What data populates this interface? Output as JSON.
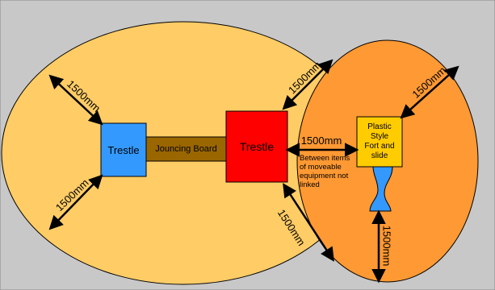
{
  "colors": {
    "frame_bg": "#c8c8c8",
    "large_area_fill": "#ffcc66",
    "small_area_fill": "#ff9933",
    "trestle_left_fill": "#3399ff",
    "board_fill": "#996600",
    "trestle_right_fill": "#ff0000",
    "fort_fill": "#ffcc00",
    "slide_fill": "#3399ff"
  },
  "equipment": {
    "trestle_left": "Trestle",
    "board": "Jouncing Board",
    "trestle_right": "Trestle",
    "fort": [
      "Plastic",
      "Style",
      "Fort and",
      "slide"
    ]
  },
  "dimensions": {
    "left_top": "1500mm",
    "left_bottom": "1500mm",
    "trestle_top": "1500mm",
    "between": "1500mm",
    "trestle_bottom": "1500mm",
    "fort_top": "1500mm",
    "slide_bottom": "1500mm"
  },
  "note": [
    "Between items",
    "of moveable",
    "equipment not",
    "linked"
  ]
}
